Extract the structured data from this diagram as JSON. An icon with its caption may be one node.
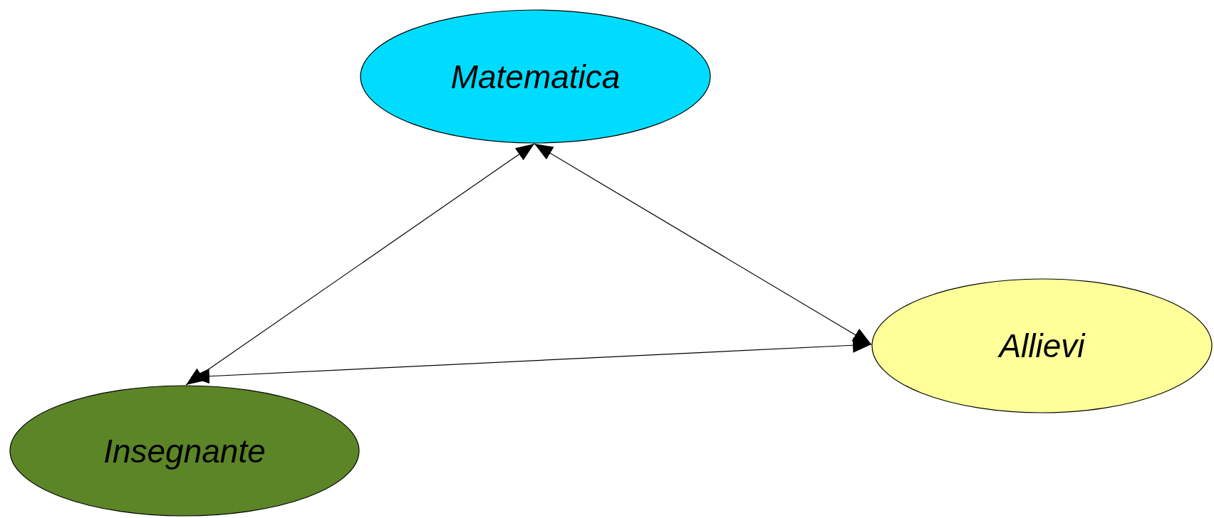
{
  "diagram": {
    "nodes": [
      {
        "text": [
          "Matematica"
        ]
      },
      {
        "text": [
          "Allievi"
        ]
      },
      {
        "text": [
          "Insegnante"
        ]
      }
    ],
    "edges": [
      {
        "from": 0,
        "to": 2,
        "arrow": "both"
      },
      {
        "from": 0,
        "to": 1,
        "arrow": "both"
      },
      {
        "from": 2,
        "to": 1,
        "arrow": "both"
      }
    ]
  }
}
